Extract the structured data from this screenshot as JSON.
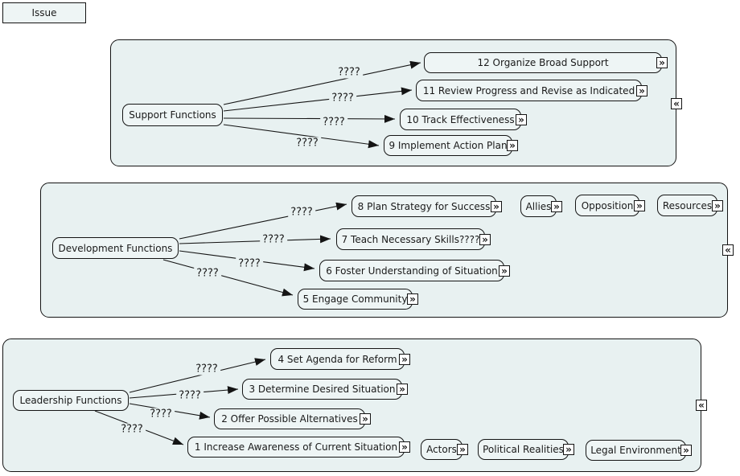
{
  "issue": {
    "label": "Issue"
  },
  "icons": {
    "expand": "»",
    "collapse": "«"
  },
  "colors": {
    "panel_bg": "#e8f1f1",
    "box_bg": "#eef5f5",
    "border": "#141414",
    "canvas_bg": "#ffffff"
  },
  "panels": [
    {
      "name": "support",
      "node": "Support Functions",
      "edges": [
        "????",
        "????",
        "????",
        "????"
      ],
      "items": [
        {
          "label": "12 Organize Broad Support"
        },
        {
          "label": "11 Review Progress and Revise as Indicated"
        },
        {
          "label": "10 Track Effectiveness"
        },
        {
          "label": "9 Implement Action Plan"
        }
      ]
    },
    {
      "name": "development",
      "node": "Development Functions",
      "edges": [
        "????",
        "????",
        "????",
        "????"
      ],
      "items": [
        {
          "label": "8 Plan Strategy for Success"
        },
        {
          "label": "Allies"
        },
        {
          "label": "Opposition"
        },
        {
          "label": "Resources"
        },
        {
          "label": "7 Teach Necessary Skills????"
        },
        {
          "label": "6 Foster Understanding of Situation"
        },
        {
          "label": "5 Engage Community"
        }
      ]
    },
    {
      "name": "leadership",
      "node": "Leadership Functions",
      "edges": [
        "????",
        "????",
        "????",
        "????"
      ],
      "items": [
        {
          "label": "4 Set Agenda for Reform"
        },
        {
          "label": "3 Determine Desired Situation"
        },
        {
          "label": "2 Offer Possible Alternatives"
        },
        {
          "label": "1 Increase Awareness of Current Situation"
        },
        {
          "label": "Actors"
        },
        {
          "label": "Political Realities"
        },
        {
          "label": "Legal Environment"
        }
      ]
    }
  ]
}
